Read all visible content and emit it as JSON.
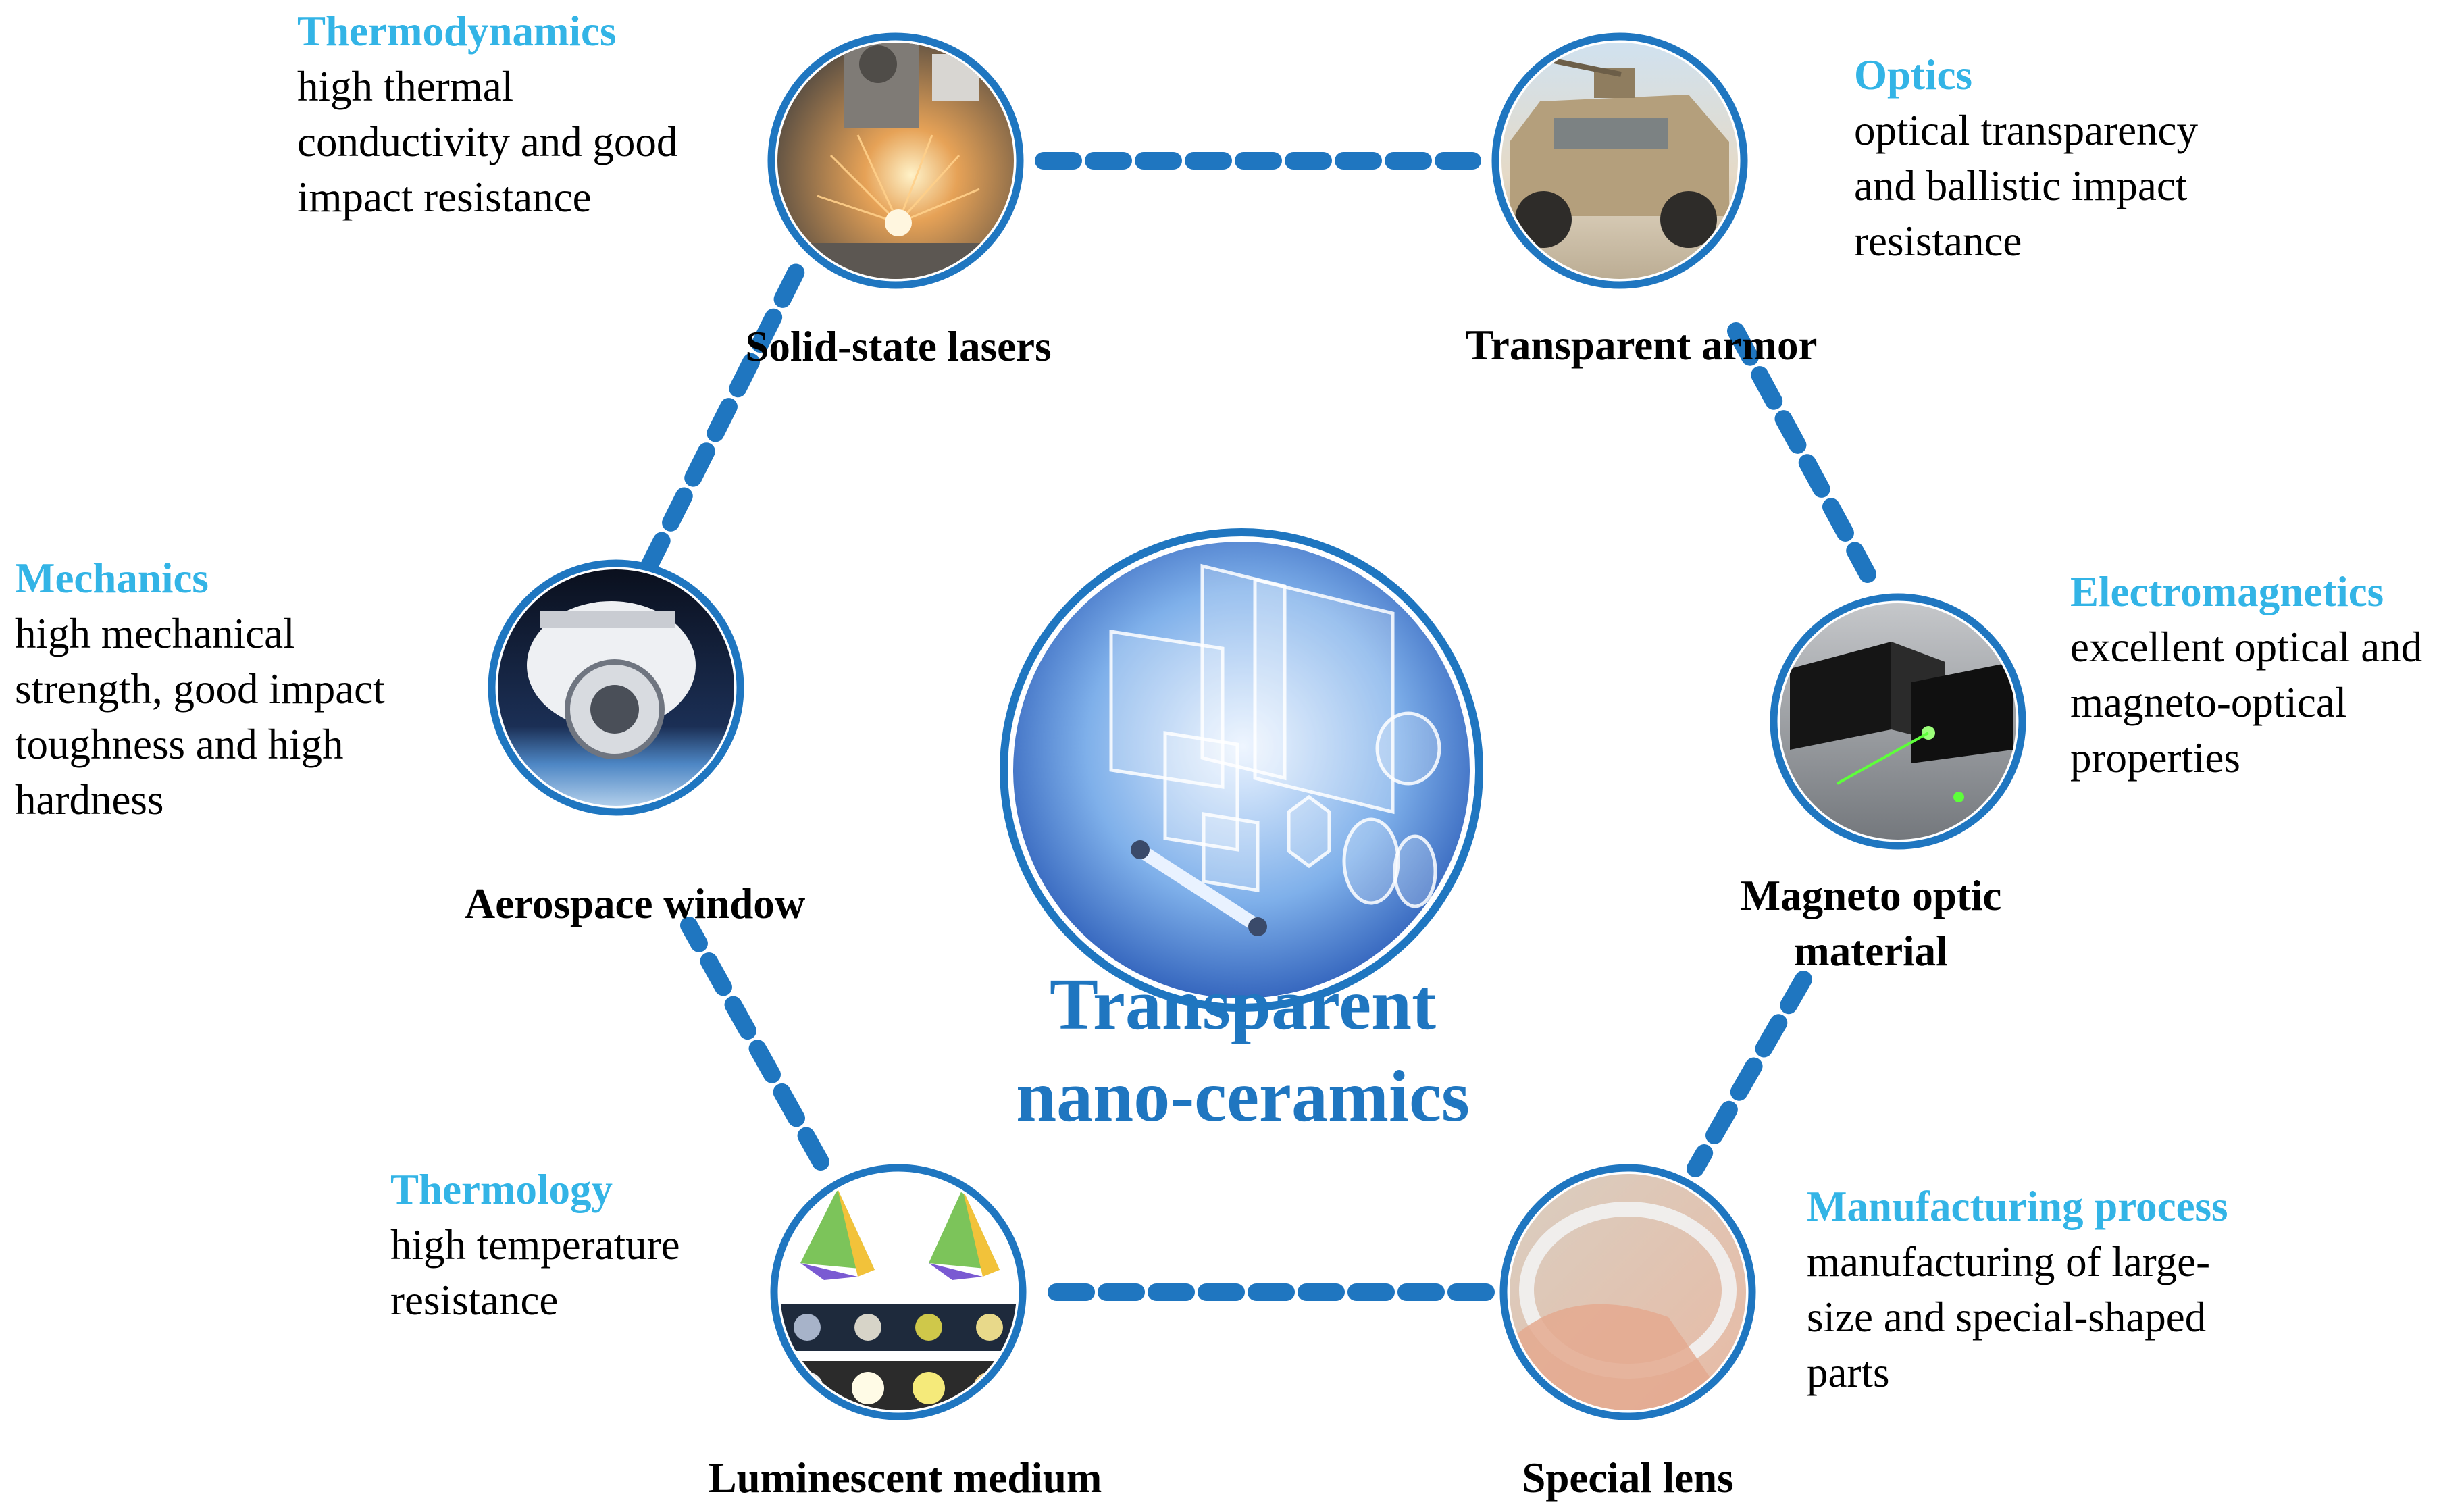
{
  "colors": {
    "connector": "#1f76c0",
    "ring": "#1f76c0",
    "category_heading": "#33b4e6",
    "center_title": "#1f76c0"
  },
  "center": {
    "title_line1": "Transparent",
    "title_line2": "nano-ceramics",
    "image": "transparent ceramic plates and lenses"
  },
  "nodes": [
    {
      "id": "laser",
      "label": "Solid-state lasers",
      "image": "laser cutting sparks"
    },
    {
      "id": "armor",
      "label": "Transparent armor",
      "image": "armored military vehicle"
    },
    {
      "id": "magneto",
      "label_line1": "Magneto optic",
      "label_line2": "material",
      "image": "green laser device"
    },
    {
      "id": "lens",
      "label": "Special lens",
      "image": "large ring lens on hand"
    },
    {
      "id": "lumin",
      "label": "Luminescent medium",
      "image": "chromaticity diagrams and phosphor samples"
    },
    {
      "id": "aero",
      "label": "Aerospace window",
      "image": "space capsule above earth"
    }
  ],
  "properties": {
    "thermodynamics": {
      "heading": "Thermodynamics",
      "lines": [
        "high thermal",
        "conductivity and good",
        "impact resistance"
      ]
    },
    "optics": {
      "heading": "Optics",
      "lines": [
        "optical transparency",
        "and ballistic impact",
        "resistance"
      ]
    },
    "mechanics": {
      "heading": "Mechanics",
      "lines": [
        "high mechanical",
        "strength, good impact",
        "toughness and high",
        "hardness"
      ]
    },
    "electromagnetics": {
      "heading": "Electromagnetics",
      "lines": [
        "excellent optical and",
        "magneto-optical",
        "properties"
      ]
    },
    "thermology": {
      "heading": "Thermology",
      "lines": [
        "high temperature",
        "resistance"
      ]
    },
    "manufacturing": {
      "heading": "Manufacturing process",
      "lines": [
        "manufacturing of large-",
        "size and special-shaped",
        "parts"
      ]
    }
  }
}
